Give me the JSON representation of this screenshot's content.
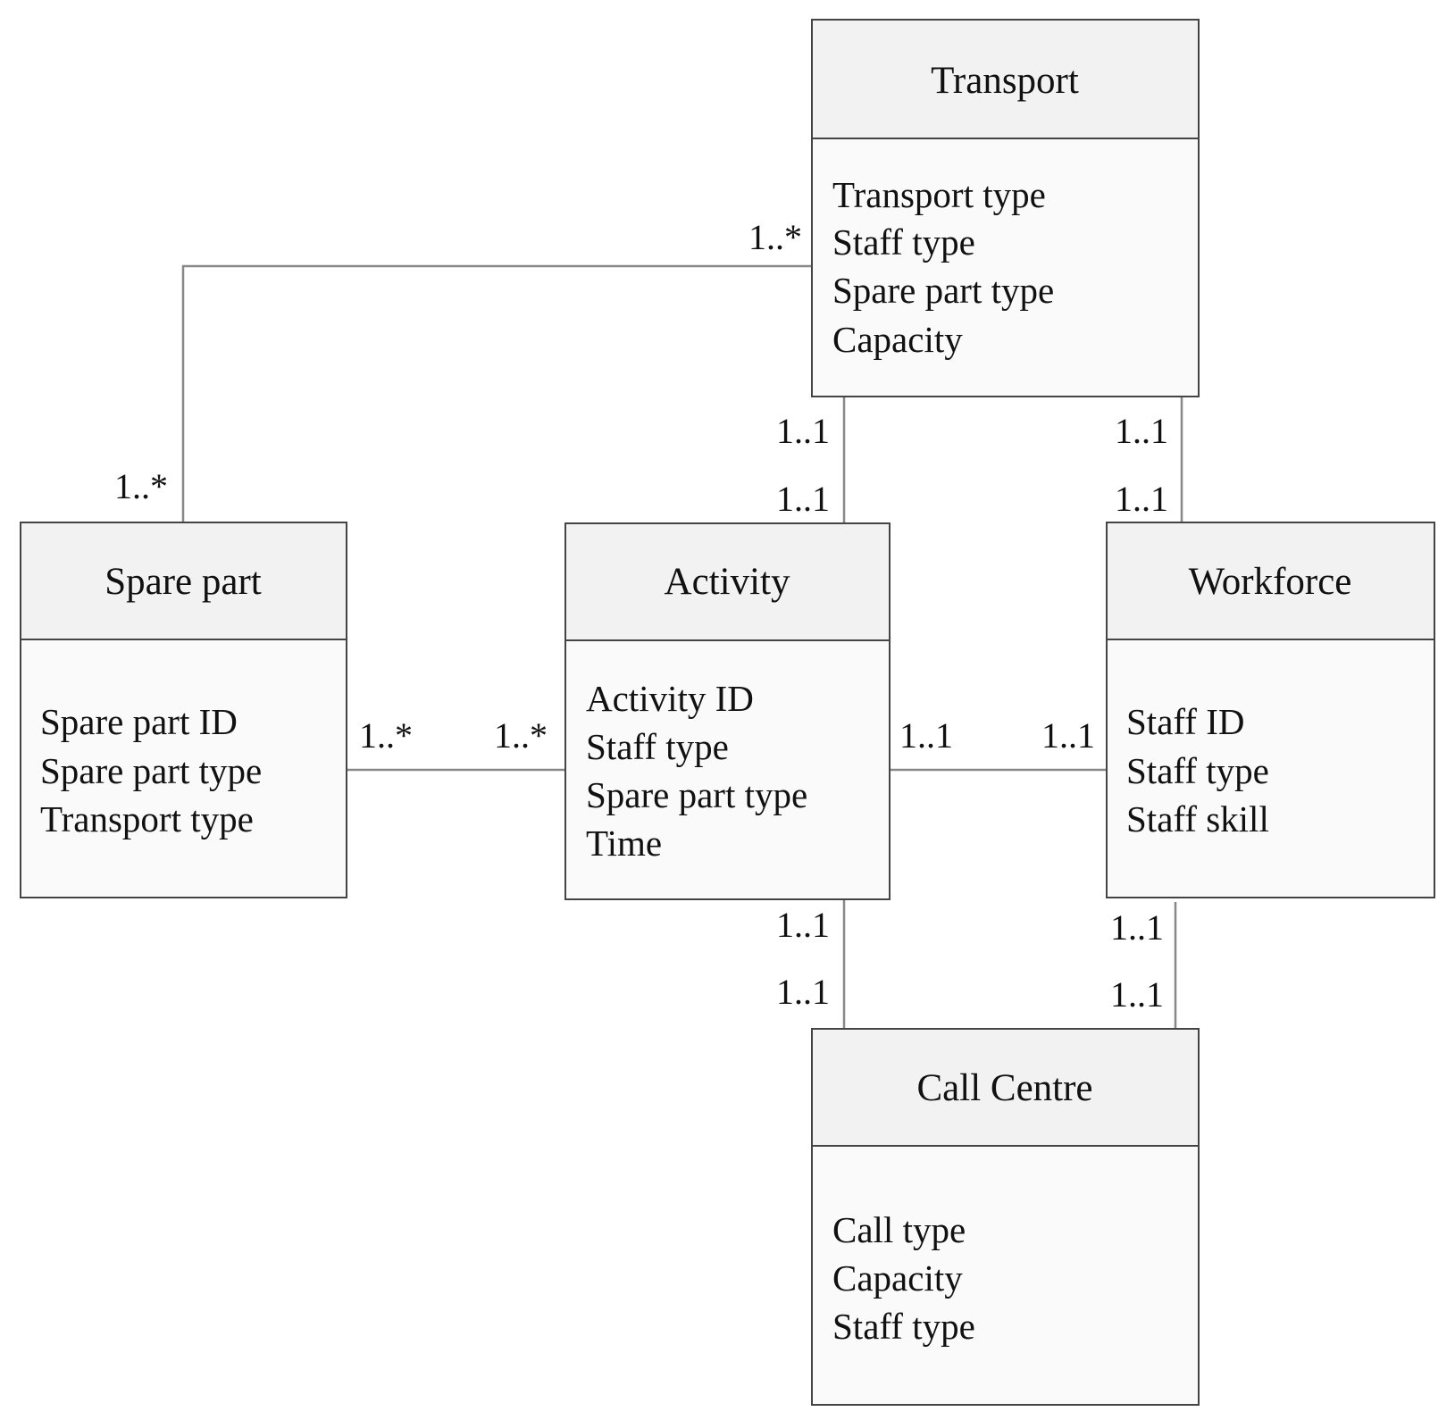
{
  "classes": {
    "transport": {
      "name": "Transport",
      "attributes": [
        "Transport type",
        "Staff type",
        "Spare part type",
        "Capacity"
      ]
    },
    "spare_part": {
      "name": "Spare part",
      "attributes": [
        "Spare part ID",
        "Spare part type",
        "Transport type"
      ]
    },
    "activity": {
      "name": "Activity",
      "attributes": [
        "Activity ID",
        "Staff type",
        "Spare part type",
        "Time"
      ]
    },
    "workforce": {
      "name": "Workforce",
      "attributes": [
        "Staff ID",
        "Staff type",
        "Staff skill"
      ]
    },
    "call_centre": {
      "name": "Call Centre",
      "attributes": [
        "Call type",
        "Capacity",
        "Staff type"
      ]
    }
  },
  "associations": {
    "transport_spare_part": {
      "transport_end": "1..*",
      "spare_part_end": "1..*"
    },
    "transport_activity": {
      "transport_end": "1..1",
      "activity_end": "1..1"
    },
    "transport_workforce": {
      "transport_end": "1..1",
      "workforce_end": "1..1"
    },
    "spare_part_activity": {
      "spare_part_end": "1..*",
      "activity_end": "1..*"
    },
    "activity_workforce": {
      "activity_end": "1..1",
      "workforce_end": "1..1"
    },
    "activity_call_centre": {
      "activity_end": "1..1",
      "call_centre_end": "1..1"
    },
    "workforce_call_centre": {
      "workforce_end": "1..1",
      "call_centre_end": "1..1"
    }
  }
}
